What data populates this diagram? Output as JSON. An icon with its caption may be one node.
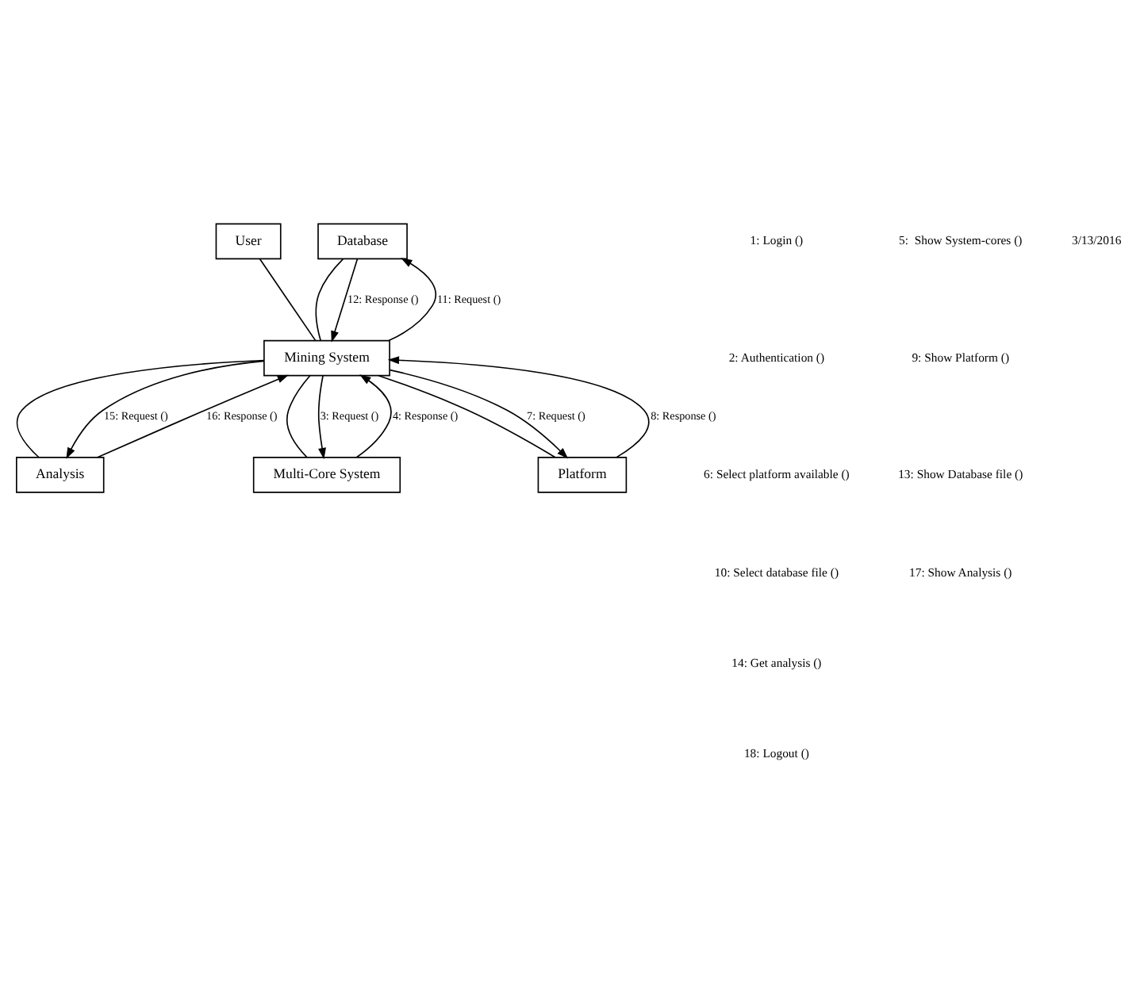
{
  "diagram": {
    "nodes": [
      {
        "text": [
          "User"
        ]
      },
      {
        "text": [
          "Database"
        ]
      },
      {
        "text": [
          "Mining System"
        ]
      },
      {
        "text": [
          "Analysis"
        ]
      },
      {
        "text": [
          "Multi-Core System"
        ]
      },
      {
        "text": [
          "Platform"
        ]
      }
    ],
    "edges": [
      {
        "from": 0,
        "to": 2,
        "arrow": "none"
      },
      {
        "from": 1,
        "to": 2,
        "arrow": "none"
      },
      {
        "from": 2,
        "to": 1,
        "arrow": "to",
        "label": "11: Request ()"
      },
      {
        "from": 1,
        "to": 2,
        "arrow": "to",
        "label": "12: Response ()"
      },
      {
        "from": 2,
        "to": 3,
        "arrow": "none"
      },
      {
        "from": 2,
        "to": 4,
        "arrow": "none"
      },
      {
        "from": 2,
        "to": 5,
        "arrow": "none"
      },
      {
        "from": 4,
        "to": 2,
        "arrow": "to",
        "label": "4: Response ()"
      },
      {
        "from": 2,
        "to": 4,
        "arrow": "to",
        "label": "3: Request ()"
      },
      {
        "from": 3,
        "to": 2,
        "arrow": "to",
        "label": "16: Response ()"
      },
      {
        "from": 2,
        "to": 3,
        "arrow": "to",
        "label": "15: Request ()"
      },
      {
        "from": 5,
        "to": 2,
        "arrow": "to",
        "label": "8: Response ()"
      },
      {
        "from": 2,
        "to": 5,
        "arrow": "to",
        "label": "7: Request ()"
      }
    ],
    "labels": [
      "1: Login ()",
      "2: Authentication ()",
      "6: Select platform available ()",
      "10: Select database file ()",
      "14: Get analysis ()",
      "18: Logout ()",
      "5:  Show System-cores ()",
      "9: Show Platform ()",
      "13: Show Database file ()",
      "17: Show Analysis ()",
      "3/13/2016"
    ]
  }
}
